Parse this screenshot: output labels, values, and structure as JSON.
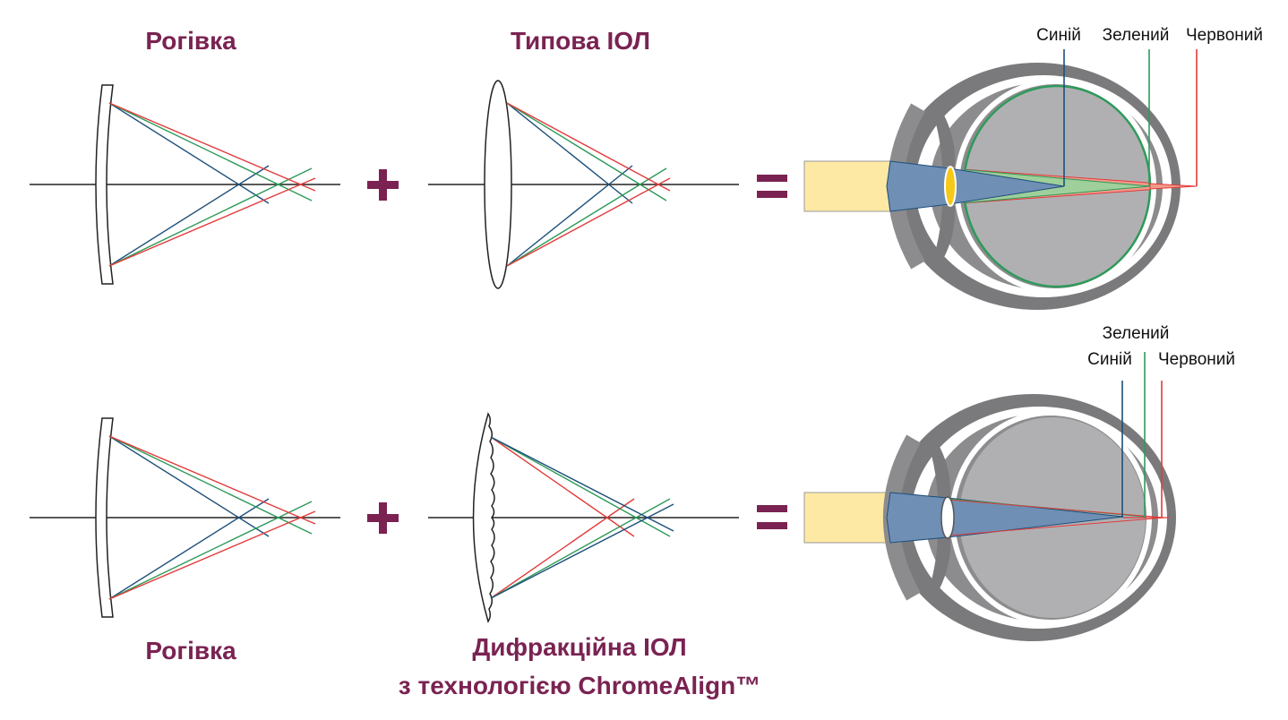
{
  "top_row": {
    "cornea_title": "Рогівка",
    "iol_title": "Типова ІОЛ",
    "labels": {
      "blue": "Синій",
      "green": "Зелений",
      "red": "Червоний"
    }
  },
  "bottom_row": {
    "cornea_title": "Рогівка",
    "iol_title_line1": "Дифракційна ІОЛ",
    "iol_title_line2": "з технологією ChromeAlign™",
    "labels": {
      "blue": "Синій",
      "green": "Зелений",
      "red": "Червоний"
    }
  },
  "symbols": {
    "plus": "+",
    "equals": "="
  },
  "colors": {
    "title": "#7a2352",
    "blue_ray": "#1d4f7a",
    "green_ray": "#2e9a5a",
    "red_ray": "#e23b3b",
    "light_beam": "#fde9a4",
    "blue_cone": "#6f8fb5",
    "eye_gray": "#b0b0b3",
    "lens_yellow": "#f6c817"
  }
}
